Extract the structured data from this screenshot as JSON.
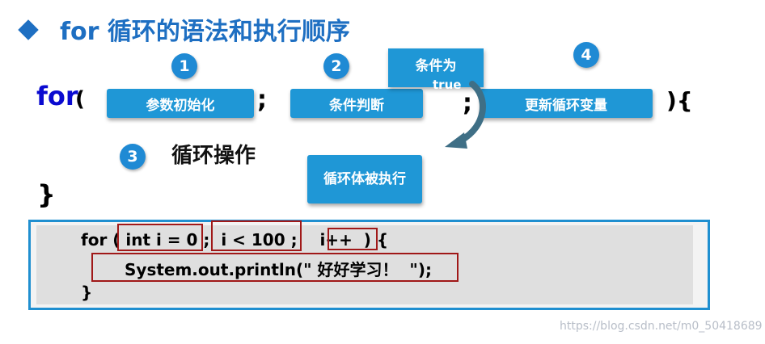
{
  "title": "for 循环的语法和执行顺序",
  "syntax": {
    "keyword": "for",
    "open_paren": "(",
    "semicolon1": ";",
    "semicolon2": ";",
    "close": "){",
    "end_brace": "}",
    "init_label": "参数初始化",
    "condition_label": "条件判断",
    "update_label": "更新循环变量",
    "loop_body": "循环操作"
  },
  "badges": [
    "1",
    "2",
    "3",
    "4"
  ],
  "condition_true": {
    "label": "条件为",
    "value": "true"
  },
  "body_executed": "循环体被执行",
  "code": {
    "line1": {
      "kw": "for ( ",
      "init": "int i = 0",
      "sep1": " ;  ",
      "cond": "i < 100",
      "sep2": " ;    ",
      "update": "i++",
      "tail": "  ) {"
    },
    "line2": "System.out.println(\" 好好学习！  \");",
    "line3": "}"
  },
  "watermark": "https://blog.csdn.net/m0_50418689",
  "colors": {
    "title": "#1e6fc2",
    "box": "#1f97d6",
    "highlight": "#a01818",
    "panel_border": "#1f8fd0"
  }
}
